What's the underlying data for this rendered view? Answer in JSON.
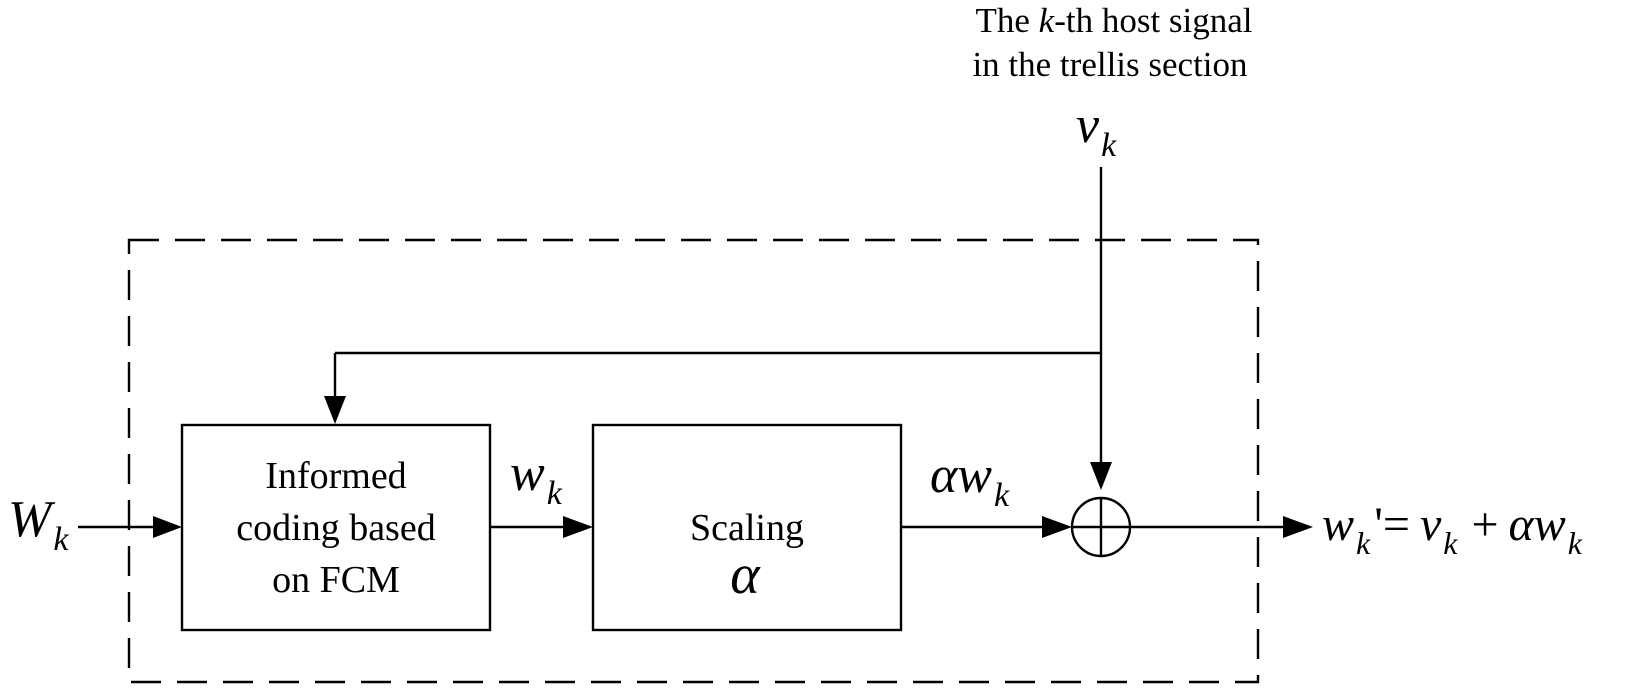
{
  "caption": {
    "line1_pre": "The ",
    "line1_k": "k",
    "line1_post": "-th host signal",
    "line2": "in the trellis section"
  },
  "signals": {
    "host": {
      "main": "v",
      "sub": "k"
    },
    "input": {
      "main": "W",
      "sub": "k"
    },
    "coded": {
      "main": "w",
      "sub": "k"
    },
    "scaled": {
      "alpha": "α",
      "main": "w",
      "sub": "k"
    },
    "output": {
      "w": "w",
      "w_sub": "k",
      "prime_eq": "'=",
      "v": "v",
      "v_sub": "k",
      "plus": "+",
      "alpha": "α",
      "w2": "w",
      "w2_sub": "k"
    }
  },
  "blocks": {
    "coding": {
      "line1": "Informed",
      "line2": "coding based",
      "line3": "on FCM"
    },
    "scaling": {
      "line1": "Scaling",
      "symbol": "α"
    }
  }
}
